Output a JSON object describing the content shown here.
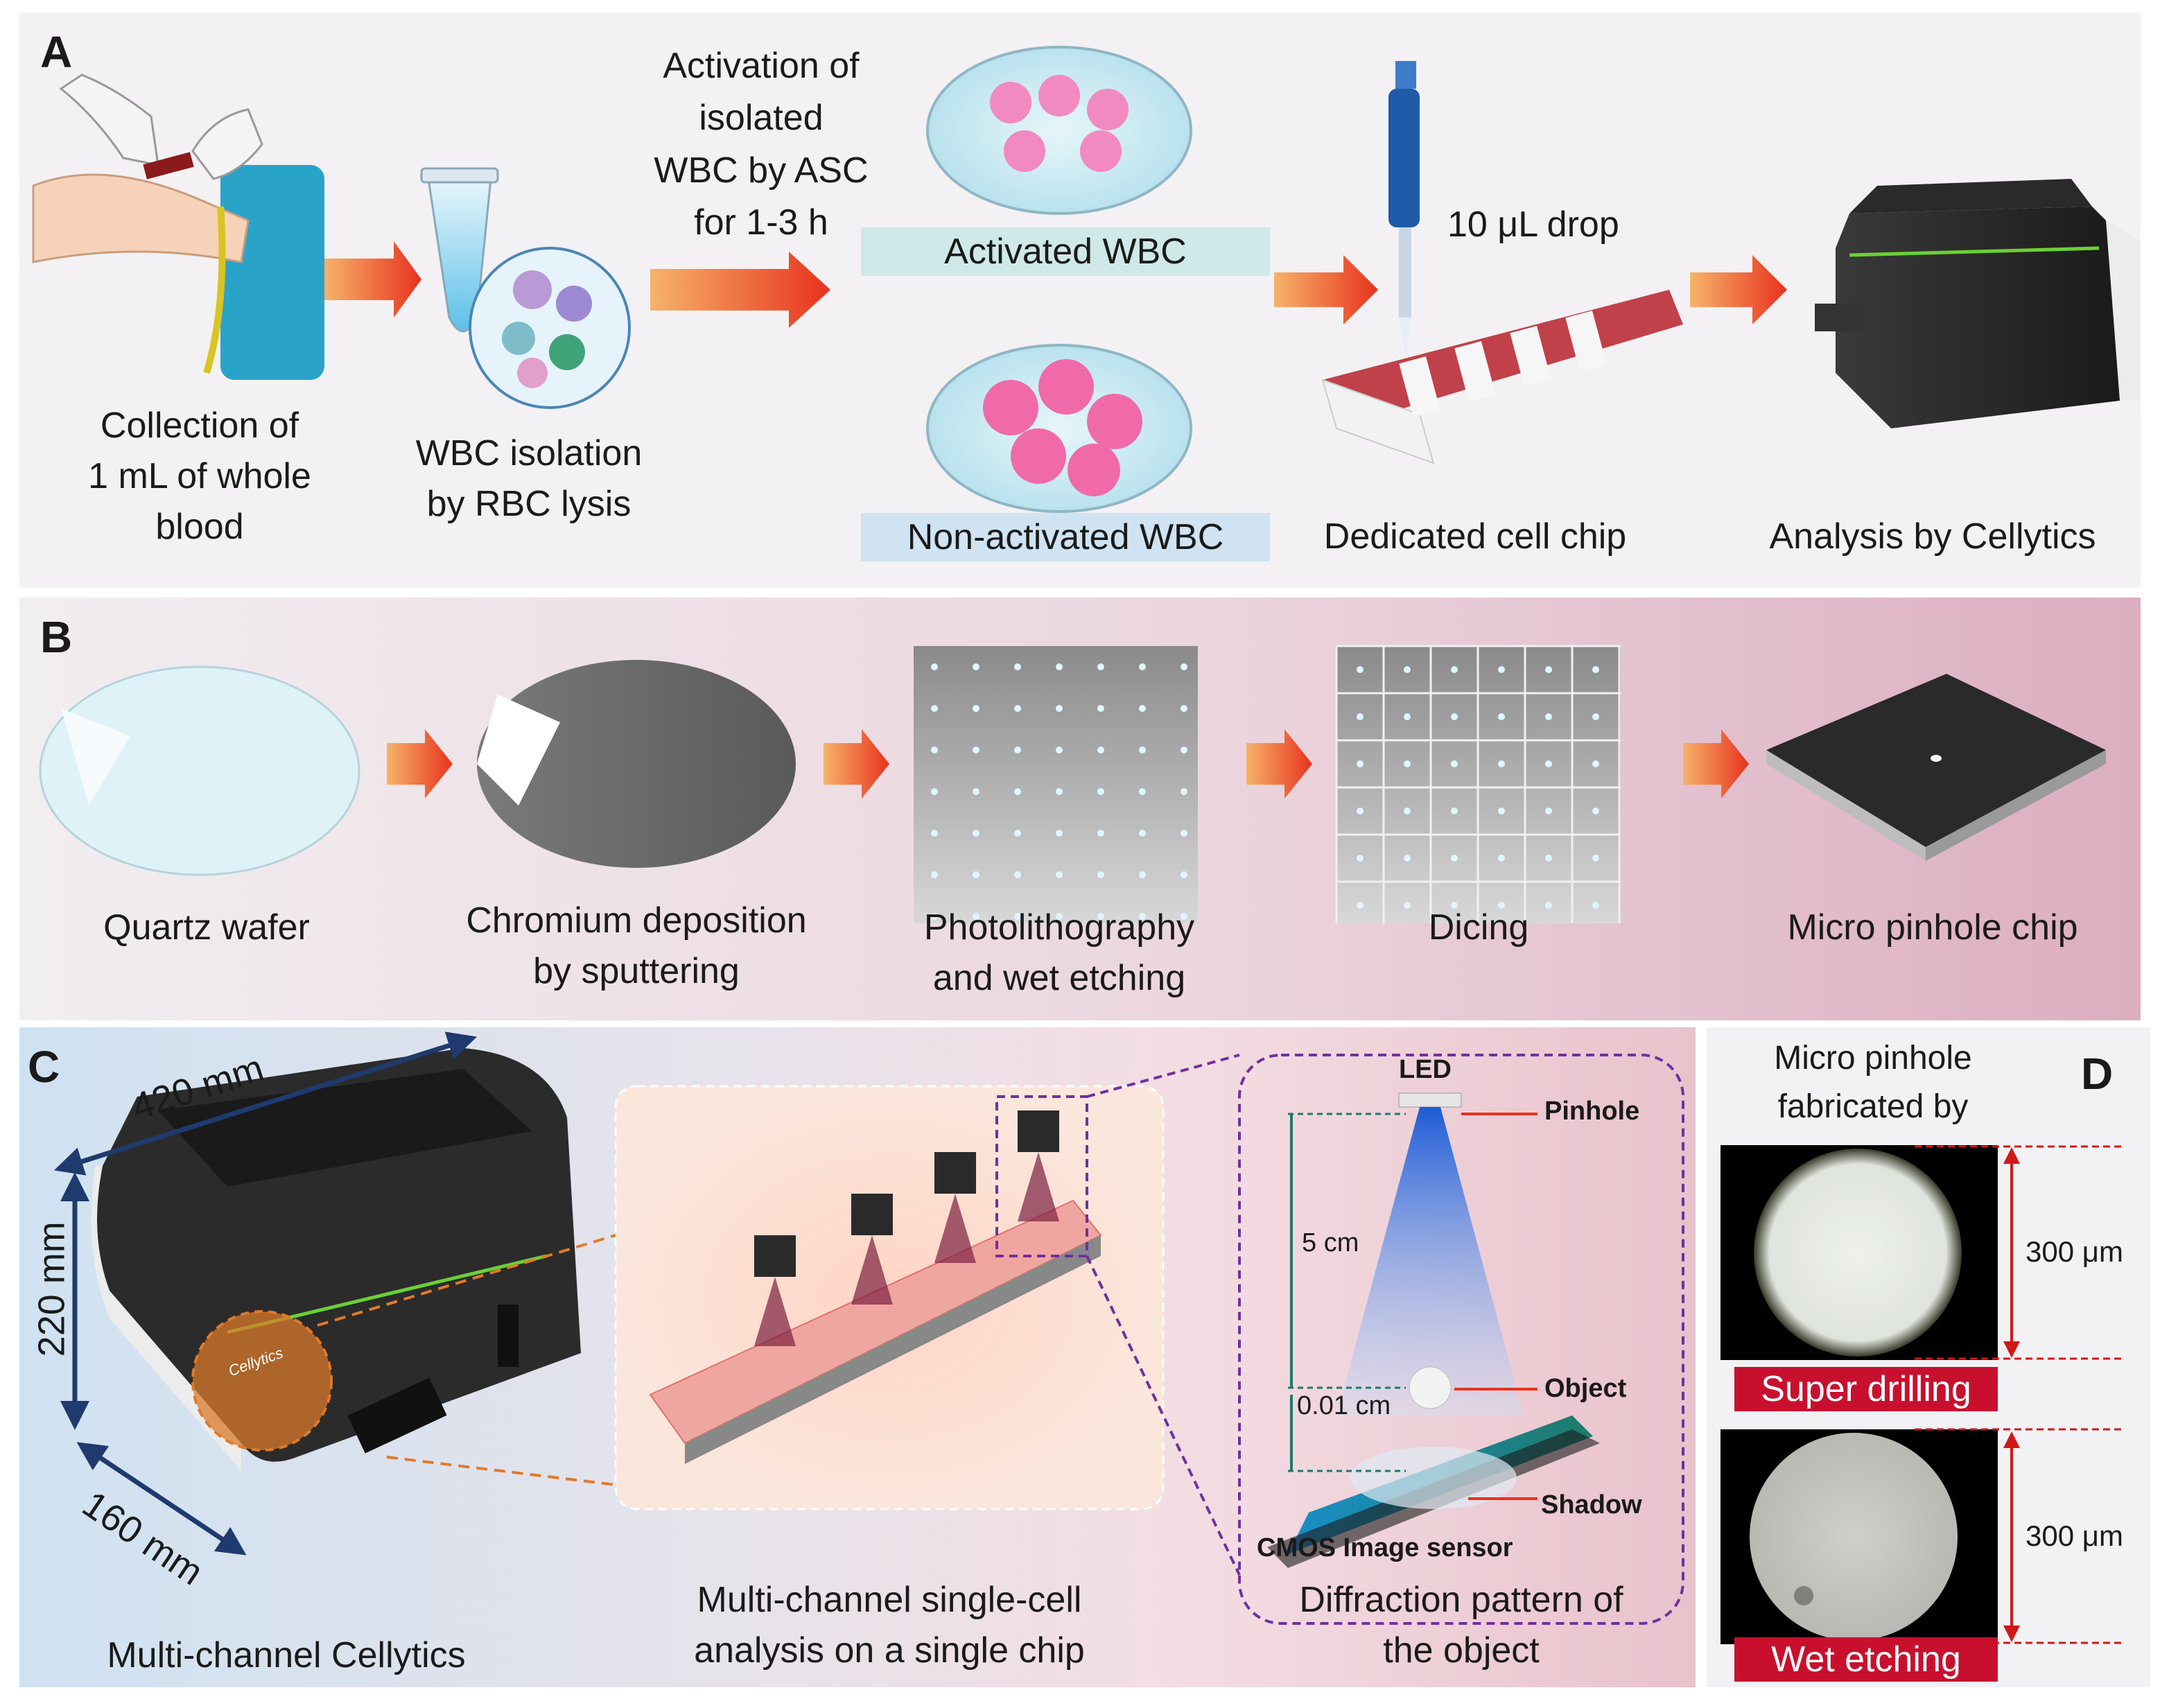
{
  "panel_a": {
    "label": "A",
    "step1_caption": "Collection of\n1 mL of whole\nblood",
    "step2_caption": "WBC isolation\nby RBC lysis",
    "activation_text": "Activation of\nisolated\nWBC by ASC\nfor 1-3 h",
    "activated_label": "Activated WBC",
    "nonactivated_label": "Non-activated WBC",
    "drop_label": "10 μL drop",
    "chip_caption": "Dedicated cell chip",
    "analysis_caption": "Analysis by Cellytics"
  },
  "panel_b": {
    "label": "B",
    "steps": [
      "Quartz wafer",
      "Chromium deposition\nby sputtering",
      "Photolithography\nand wet etching",
      "Dicing",
      "Micro pinhole chip"
    ]
  },
  "panel_c": {
    "label": "C",
    "dim_width": "420 mm",
    "dim_height": "220 mm",
    "dim_depth": "160 mm",
    "device_brand": "Cellytics",
    "device_caption": "Multi-channel Cellytics",
    "chip_caption": "Multi-channel single-cell\nanalysis on a single chip",
    "diffraction_caption": "Diffraction pattern of\nthe object",
    "led_label": "LED",
    "pinhole_label": "Pinhole",
    "distance_label": "5 cm",
    "object_label": "Object",
    "gap_label": "0.01 cm",
    "shadow_label": "Shadow",
    "sensor_label": "CMOS Image sensor"
  },
  "panel_d": {
    "label": "D",
    "title": "Micro pinhole\nfabricated by",
    "size1": "300 μm",
    "method1": "Super drilling",
    "size2": "300 μm",
    "method2": "Wet etching"
  },
  "colors": {
    "arrow": "#e8321e",
    "method_tag": "#c8102e",
    "activated_tag": "#cfe9e8",
    "nonactivated_tag": "#cfe3f2",
    "dimension_arrow": "#1f3a6e"
  }
}
